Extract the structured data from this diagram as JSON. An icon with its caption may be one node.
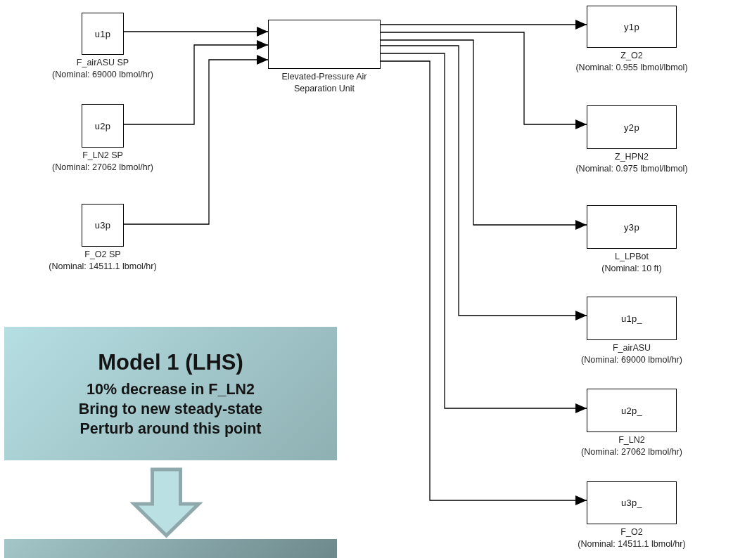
{
  "diagram": {
    "nodes": [
      {
        "text": [
          "u1p"
        ],
        "beside": [
          "F_airASU SP",
          "(Nominal: 69000 lbmol/hr)"
        ]
      },
      {
        "text": [
          "u2p"
        ],
        "beside": [
          "F_LN2 SP",
          "(Nominal: 27062 lbmol/hr)"
        ]
      },
      {
        "text": [
          "u3p"
        ],
        "beside": [
          "F_O2 SP",
          "(Nominal: 14511.1 lbmol/hr)"
        ]
      },
      {
        "text": [],
        "shape": "box",
        "beside": [
          "Elevated-Pressure Air Separation Unit"
        ]
      },
      {
        "text": [
          "y1p"
        ],
        "beside": [
          "Z_O2",
          "(Nominal: 0.955 lbmol/lbmol)"
        ]
      },
      {
        "text": [
          "y2p"
        ],
        "beside": [
          "Z_HPN2",
          "(Nominal: 0.975 lbmol/lbmol)"
        ]
      },
      {
        "text": [
          "y3p"
        ],
        "beside": [
          "L_LPBot",
          "(Nominal: 10 ft)"
        ]
      },
      {
        "text": [
          "u1p_"
        ],
        "beside": [
          "F_airASU",
          "(Nominal: 69000 lbmol/hr)"
        ]
      },
      {
        "text": [
          "u2p_"
        ],
        "beside": [
          "F_LN2",
          "(Nominal: 27062 lbmol/hr)"
        ]
      },
      {
        "text": [
          "u3p_"
        ],
        "beside": [
          "F_O2",
          "(Nominal: 14511.1 lbmol/hr)"
        ]
      },
      {
        "text": [
          "Model 1 (LHS)",
          "10% decrease in F_LN2",
          "Bring to new steady-state",
          "Perturb around this point"
        ]
      },
      {
        "text": [],
        "shape": "box"
      }
    ],
    "edges": [
      {
        "from": 0,
        "to": 3,
        "arrow": "to"
      },
      {
        "from": 1,
        "to": 3,
        "arrow": "to"
      },
      {
        "from": 2,
        "to": 3,
        "arrow": "to"
      },
      {
        "from": 3,
        "to": 4,
        "arrow": "to"
      },
      {
        "from": 3,
        "to": 5,
        "arrow": "to"
      },
      {
        "from": 3,
        "to": 6,
        "arrow": "to"
      },
      {
        "from": 3,
        "to": 7,
        "arrow": "to"
      },
      {
        "from": 3,
        "to": 8,
        "arrow": "to"
      },
      {
        "from": 3,
        "to": 9,
        "arrow": "to"
      },
      {
        "from": 10,
        "to": 11,
        "arrow": "to",
        "style": "thick"
      }
    ]
  }
}
